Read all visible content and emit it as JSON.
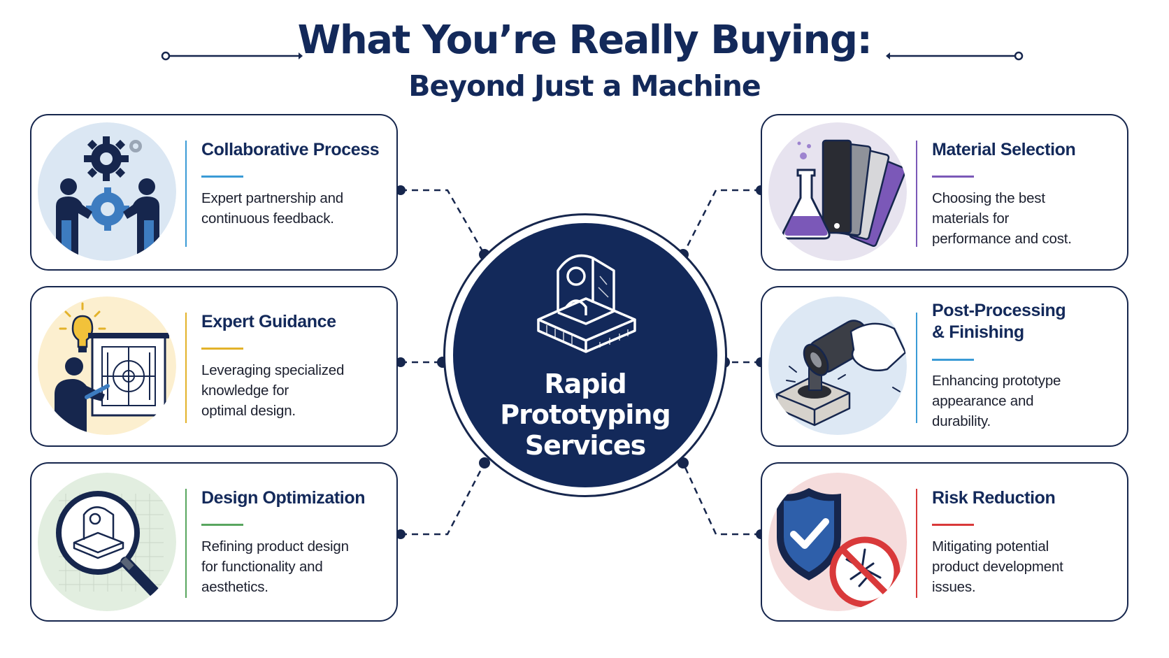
{
  "header": {
    "title": "What You’re Really Buying:",
    "subtitle": "Beyond Just a Machine"
  },
  "hub": {
    "label_lines": [
      "Rapid",
      "Prototyping",
      "Services"
    ]
  },
  "cards": [
    {
      "id": "collaborative",
      "title_lines": [
        "Collaborative Process"
      ],
      "desc_lines": [
        "Expert partnership and",
        "continuous feedback."
      ],
      "icon": "gear-people-icon",
      "accent": "#3a9bd6",
      "icon_bg": "#dbe7f3"
    },
    {
      "id": "expert-guidance",
      "title_lines": [
        "Expert Guidance"
      ],
      "desc_lines": [
        "Leveraging specialized",
        "knowledge for",
        "optimal design."
      ],
      "icon": "lightbulb-blueprint-icon",
      "accent": "#e3b22a",
      "icon_bg": "#fcefcf"
    },
    {
      "id": "design-optimization",
      "title_lines": [
        "Design Optimization"
      ],
      "desc_lines": [
        "Refining product design",
        "for functionality and",
        "aesthetics."
      ],
      "icon": "magnifier-part-icon",
      "accent": "#59a65f",
      "icon_bg": "#e2eee0"
    },
    {
      "id": "material-selection",
      "title_lines": [
        "Material Selection"
      ],
      "desc_lines": [
        "Choosing the best",
        "materials for",
        "performance and cost."
      ],
      "icon": "flask-swatches-icon",
      "accent": "#7b58b8",
      "icon_bg": "#e7e3ef"
    },
    {
      "id": "post-processing",
      "title_lines": [
        "Post-Processing",
        "& Finishing"
      ],
      "desc_lines": [
        "Enhancing prototype",
        "appearance and",
        "durability."
      ],
      "icon": "polisher-tool-icon",
      "accent": "#3a9bd6",
      "icon_bg": "#dde8f4"
    },
    {
      "id": "risk-reduction",
      "title_lines": [
        "Risk Reduction"
      ],
      "desc_lines": [
        "Mitigating potential",
        "product development",
        "issues."
      ],
      "icon": "shield-check-icon",
      "accent": "#d9393a",
      "icon_bg": "#f5dcdc"
    }
  ]
}
